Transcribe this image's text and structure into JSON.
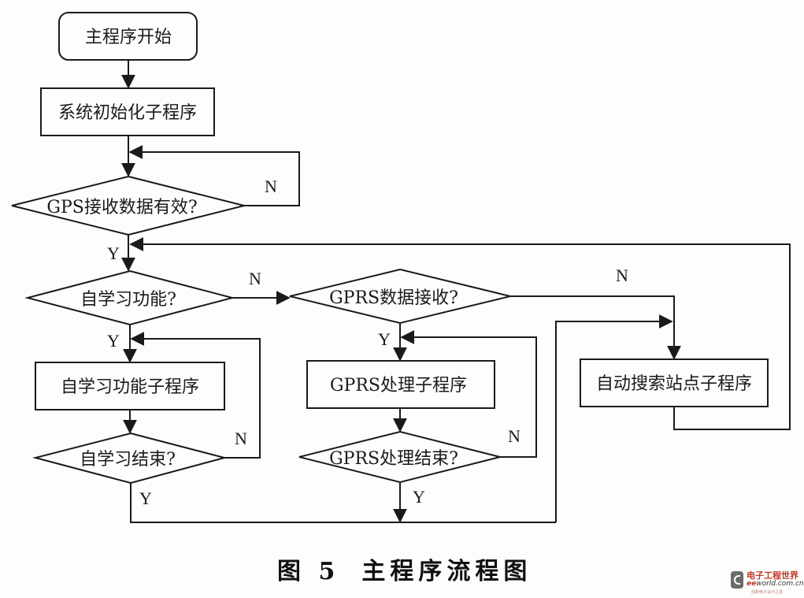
{
  "figure": {
    "caption_number": "图 5",
    "caption_title": "主程序流程图"
  },
  "nodes": {
    "start": {
      "label": "主程序开始",
      "type": "terminal"
    },
    "init": {
      "label": "系统初始化子程序",
      "type": "process"
    },
    "gps_valid": {
      "label": "GPS接收数据有效?",
      "type": "decision"
    },
    "self_learn": {
      "label": "自学习功能?",
      "type": "decision"
    },
    "self_learn_sub": {
      "label": "自学习功能子程序",
      "type": "process"
    },
    "self_learn_end": {
      "label": "自学习结束?",
      "type": "decision"
    },
    "gprs_recv": {
      "label": "GPRS数据接收?",
      "type": "decision"
    },
    "gprs_sub": {
      "label": "GPRS处理子程序",
      "type": "process"
    },
    "gprs_end": {
      "label": "GPRS处理结束?",
      "type": "decision"
    },
    "auto_search": {
      "label": "自动搜索站点子程序",
      "type": "process"
    }
  },
  "edge_labels": {
    "gps_valid_no": "N",
    "gps_valid_yes": "Y",
    "self_learn_no": "N",
    "self_learn_yes": "Y",
    "self_learn_end_no": "N",
    "self_learn_end_yes": "Y",
    "gprs_recv_no": "N",
    "gprs_recv_yes": "Y",
    "gprs_end_no": "N",
    "gprs_end_yes": "Y"
  },
  "watermark": {
    "title": "电子工程世界",
    "url_prefix": "ee",
    "url_rest": "world.com.cn",
    "slogan": "创新电子设计之源"
  }
}
